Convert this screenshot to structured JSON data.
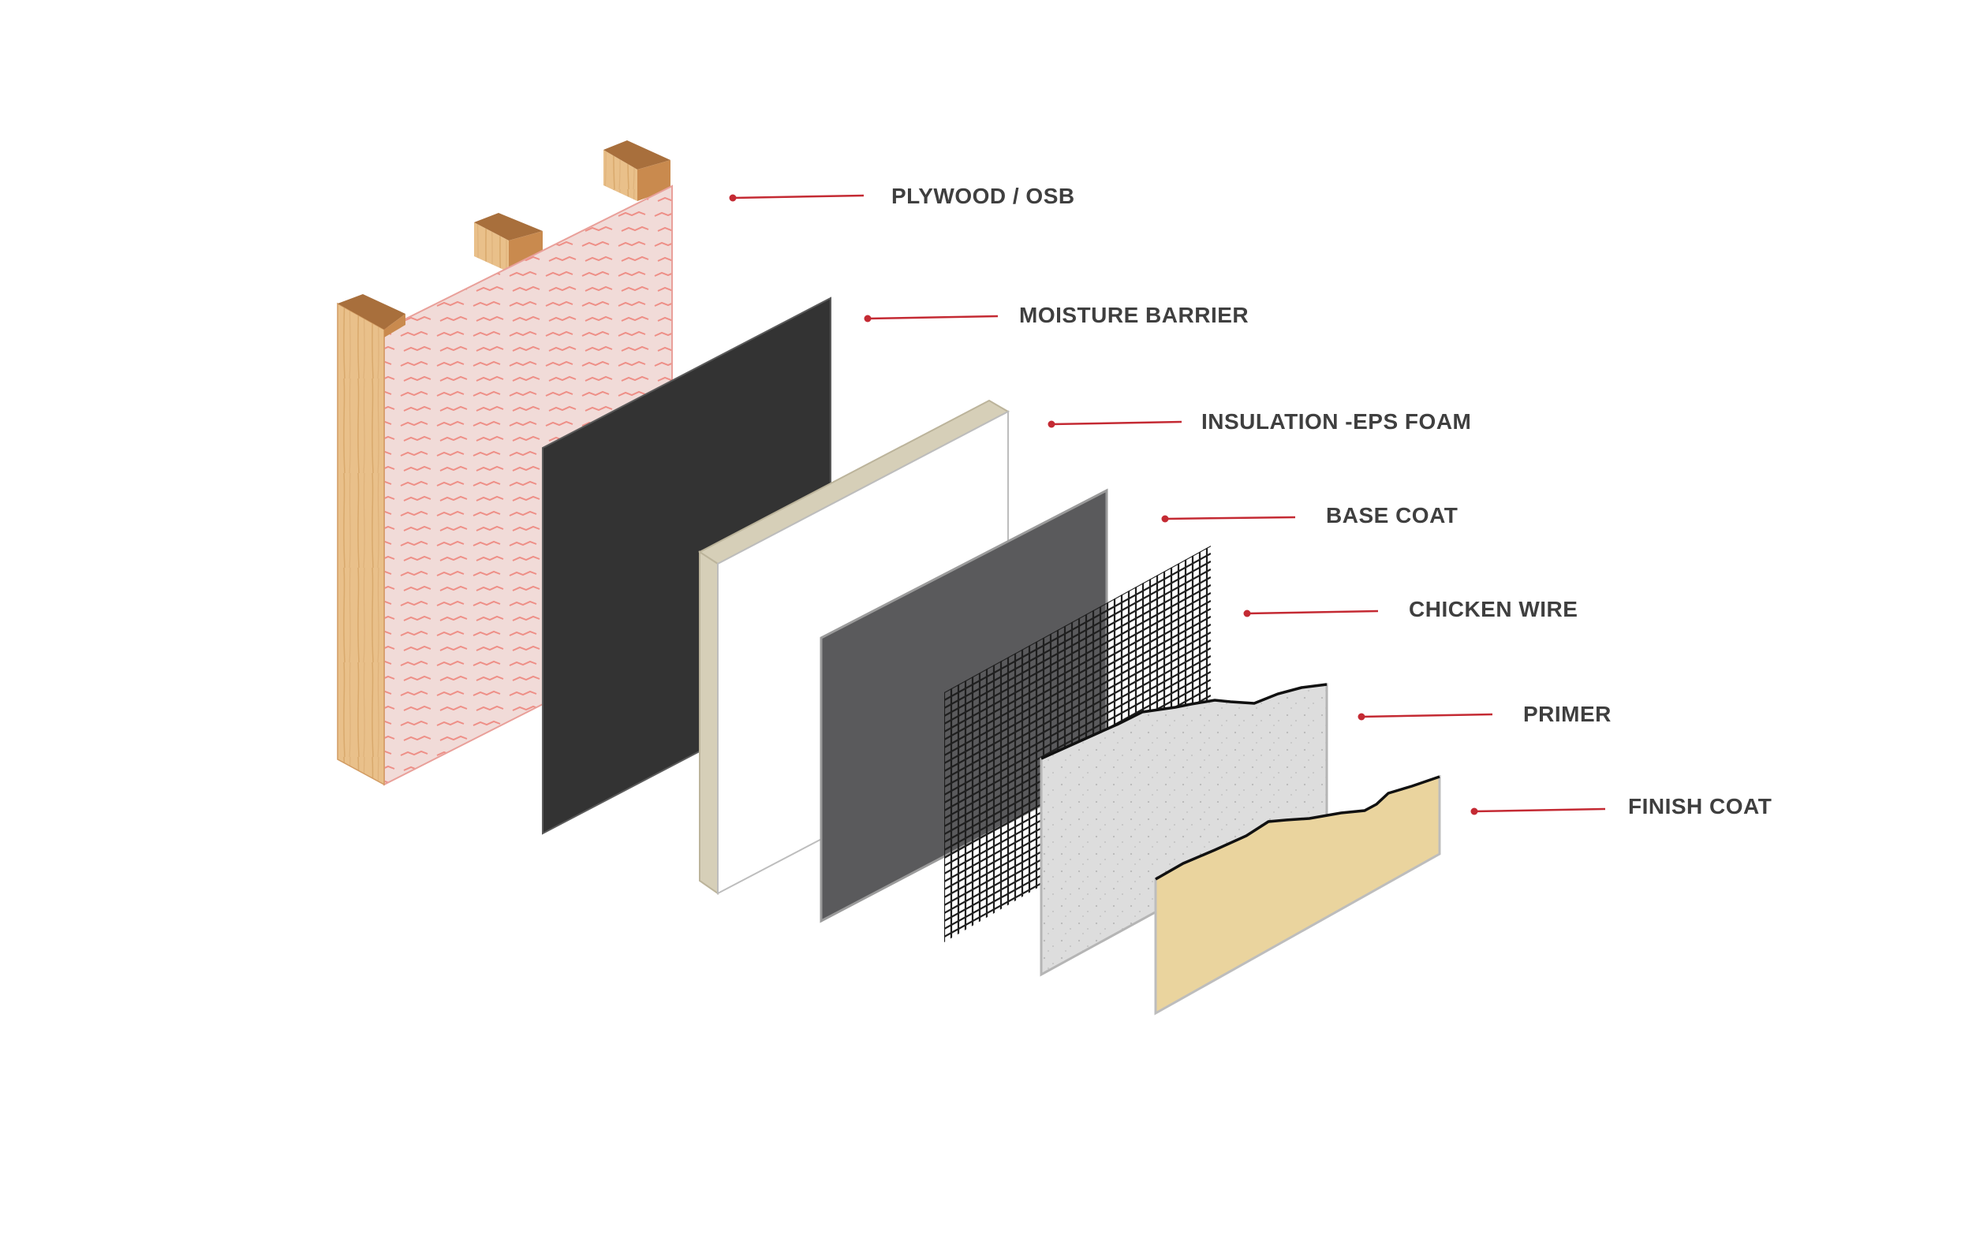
{
  "diagram": {
    "layers": [
      {
        "id": "plywood",
        "label": "PLYWOOD / OSB"
      },
      {
        "id": "moisture",
        "label": "MOISTURE BARRIER"
      },
      {
        "id": "insulation",
        "label": "INSULATION -EPS FOAM"
      },
      {
        "id": "basecoat",
        "label": "BASE COAT"
      },
      {
        "id": "chickenwire",
        "label": "CHICKEN WIRE"
      },
      {
        "id": "primer",
        "label": "PRIMER"
      },
      {
        "id": "finish",
        "label": "FINISH COAT"
      }
    ],
    "colors": {
      "leader": "#c42a33",
      "label_text": "#3f3f3f",
      "stud_wood": "#e9c08a",
      "stud_top": "#a86f3c",
      "plywood_fill": "#f1dbd8",
      "plywood_pattern": "#ee8f87",
      "moisture_barrier": "#333333",
      "insulation_face": "#ffffff",
      "insulation_edge": "#d6cfb8",
      "base_coat": "#5a5a5c",
      "chicken_wire": "#1f1f1f",
      "primer": "#dddddd",
      "finish_coat": "#ead49e"
    }
  }
}
